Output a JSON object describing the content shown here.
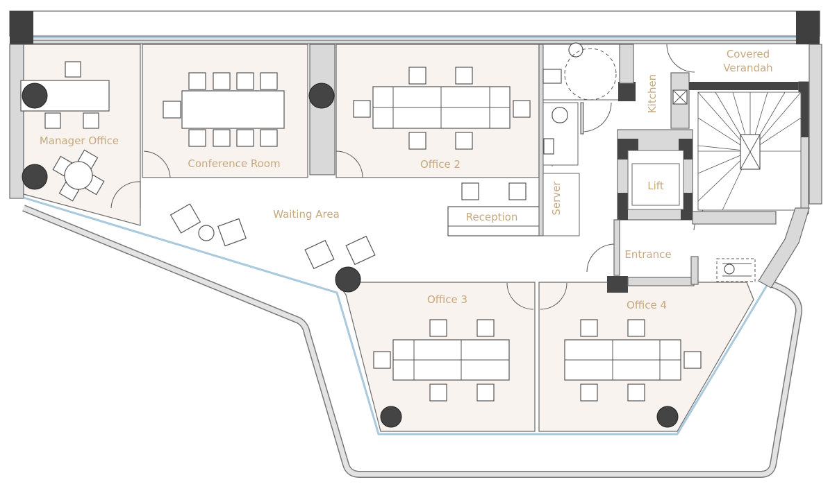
{
  "title": "Office Floor Plan",
  "rooms": {
    "manager_office": "Manager Office",
    "conference_room": "Conference Room",
    "office_2": "Office 2",
    "office_3": "Office 3",
    "office_4": "Office 4",
    "waiting_area": "Waiting Area",
    "reception": "Reception",
    "server": "Server",
    "kitchen": "Kitchen",
    "lift": "Lift",
    "entrance": "Entrance",
    "covered_verandah_line1": "Covered",
    "covered_verandah_line2": "Verandah"
  },
  "colors": {
    "label": "#c6a97e",
    "room_fill": "#f8f3ee",
    "column": "#444444",
    "wall": "#d9d9d9",
    "glass": "#a9c9dd"
  }
}
